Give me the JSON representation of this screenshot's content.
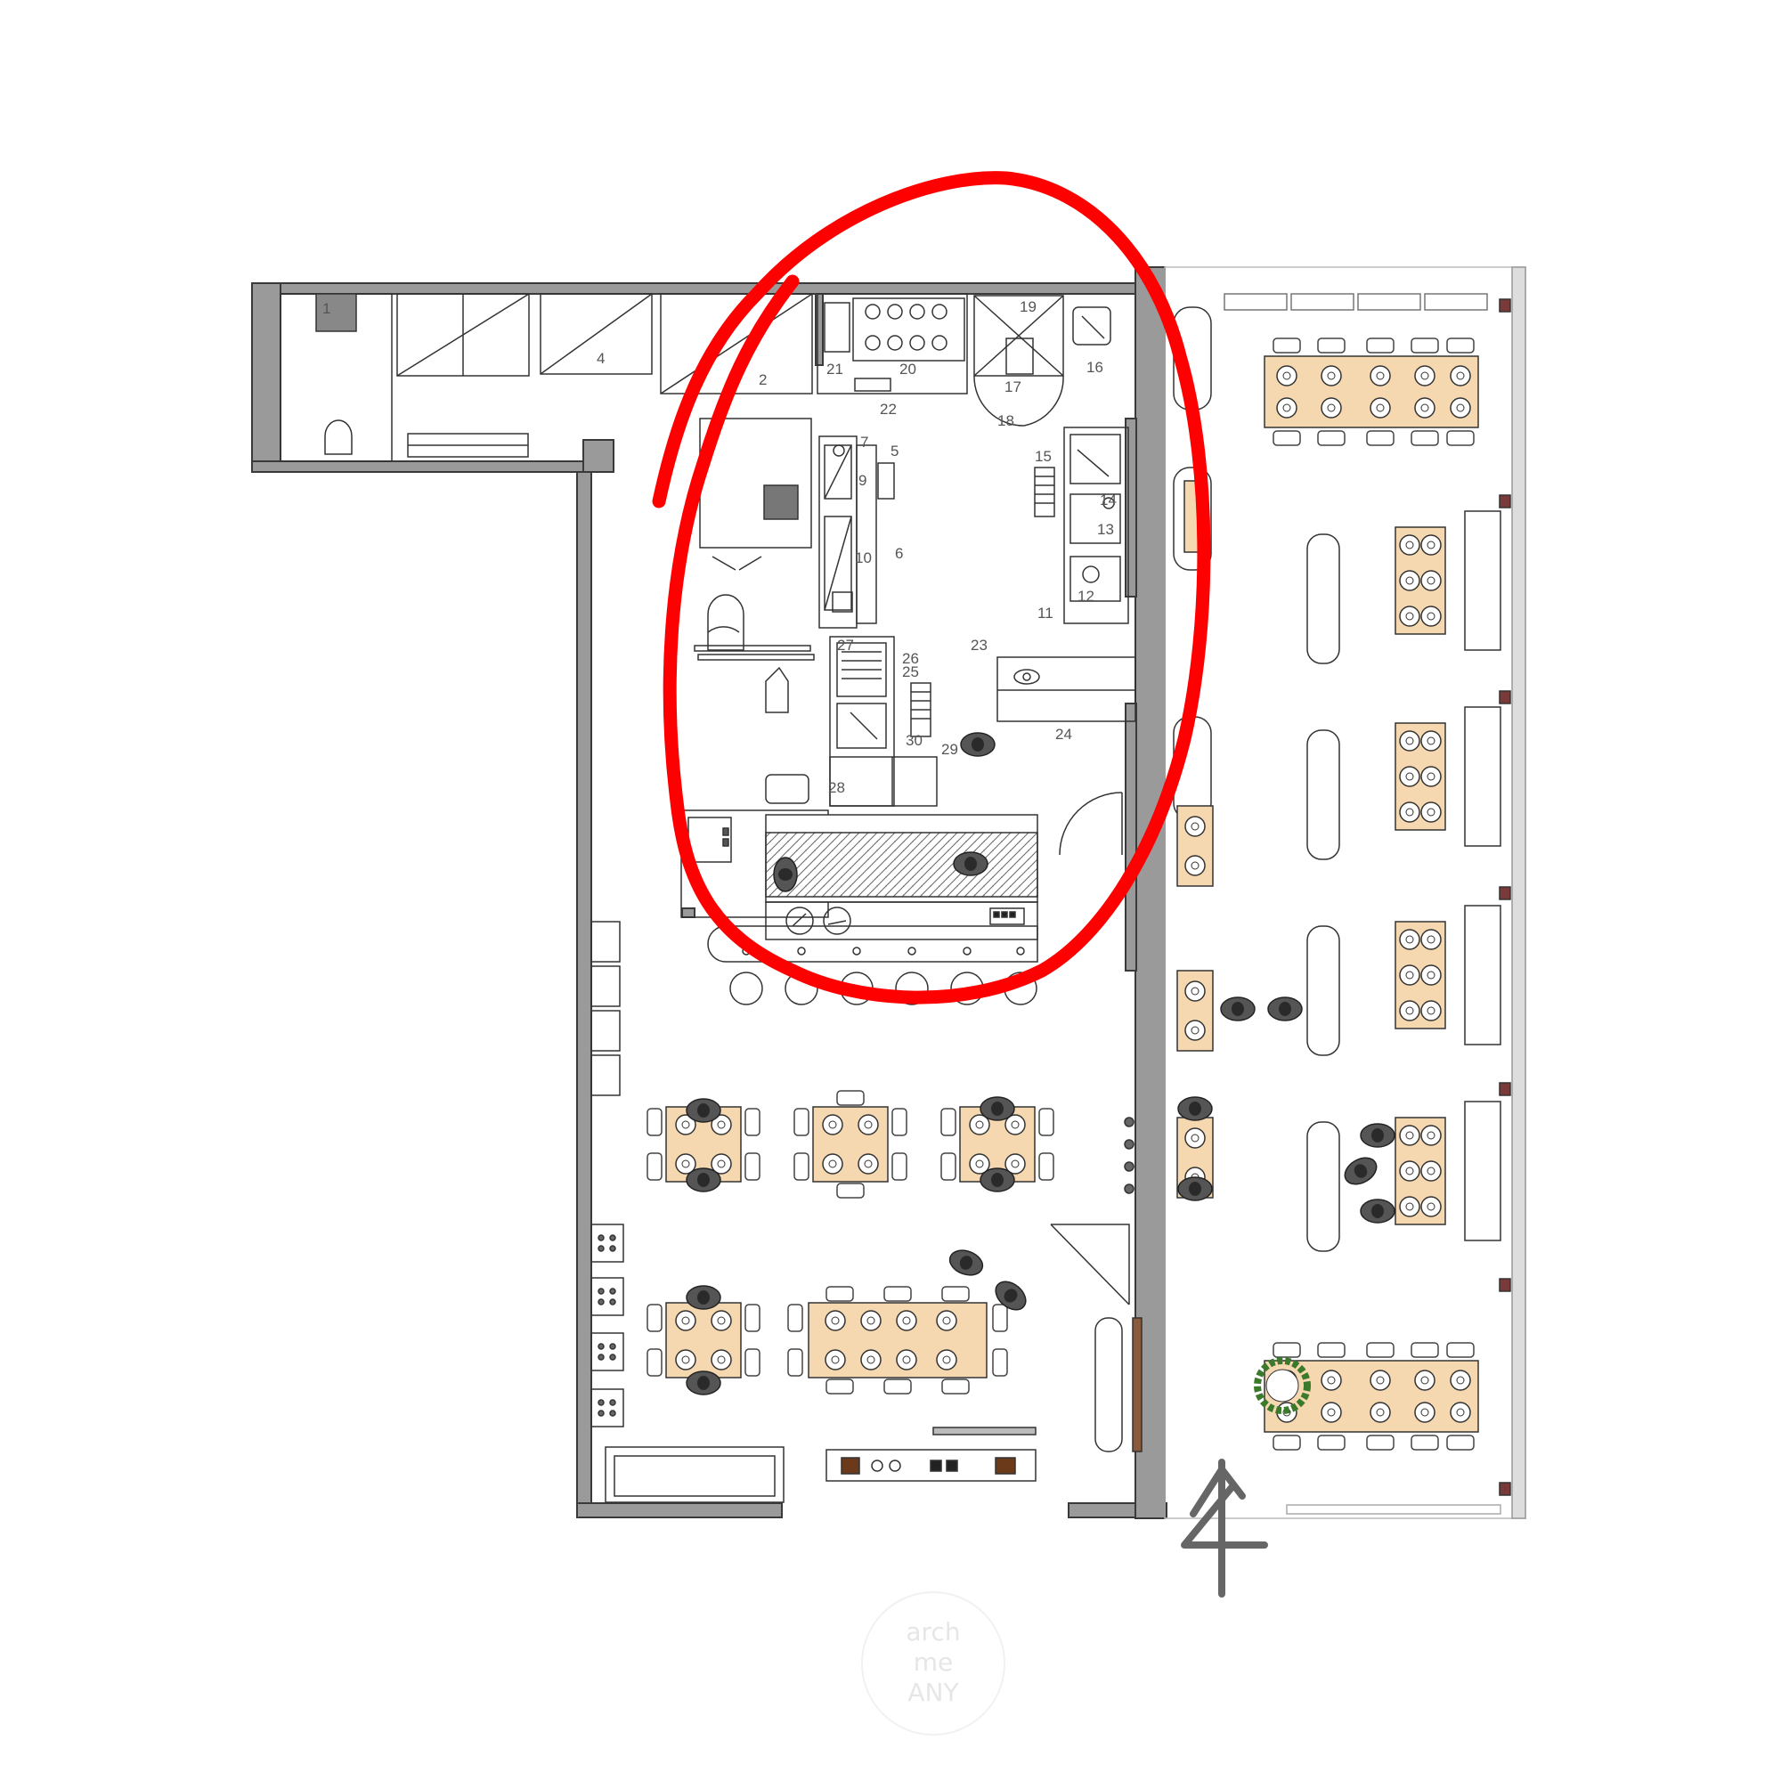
{
  "colors": {
    "wall": "#9a9a9a",
    "wall_edge": "#3a3a3a",
    "line": "#333333",
    "table_fill": "#f5d7b0",
    "marker": "#ff0000",
    "arrow": "#666666",
    "hatch": "#555555",
    "column": "#7a3a3a",
    "plant": "#3a7a2a"
  },
  "room_labels": [
    "1",
    "2",
    "4",
    "5",
    "6",
    "7",
    "9",
    "10",
    "11",
    "12",
    "13",
    "14",
    "15",
    "16",
    "17",
    "18",
    "19",
    "20",
    "21",
    "22",
    "23",
    "24",
    "25",
    "26",
    "27",
    "28",
    "29",
    "30"
  ],
  "annotation": {
    "highlight": "red-freehand-ellipse",
    "arrow_label": "4"
  },
  "watermark": {
    "line1": "arch",
    "line2": "me",
    "line3": "ANY"
  }
}
